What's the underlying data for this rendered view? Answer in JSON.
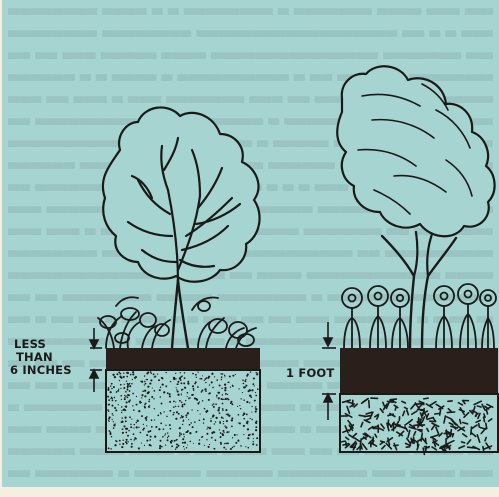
{
  "illustration": {
    "left_bed": {
      "depth_label_line1": "LESS",
      "depth_label_line2": "THAN",
      "depth_label_line3": "6 INCHES"
    },
    "right_bed": {
      "depth_label": "1 FOOT"
    }
  },
  "colors": {
    "background": "#a6d4d1",
    "ink": "#1a1a1a",
    "soil_dark": "#2a1f1a",
    "paper": "#f4efe1"
  }
}
